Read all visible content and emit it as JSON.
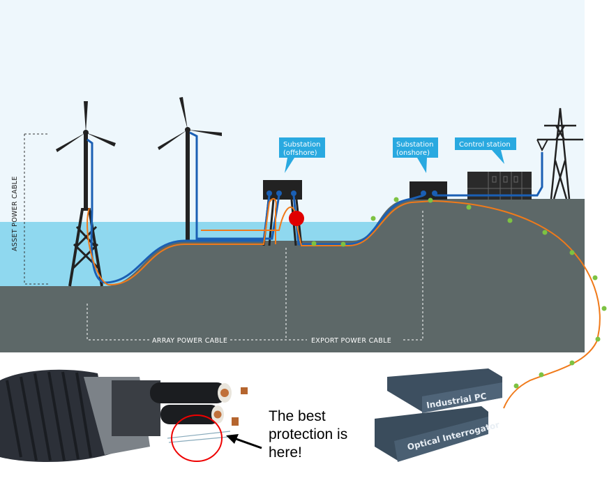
{
  "diagram": {
    "callouts": {
      "substation_offshore": [
        "Substation",
        "(offshore)"
      ],
      "substation_onshore": [
        "Substation",
        "(onshore)"
      ],
      "control_station": "Control station"
    },
    "cable_labels": {
      "asset": "ASSET POWER CABLE",
      "array": "ARRAY POWER CABLE",
      "export": "EXPORT POWER CABLE"
    },
    "devices": {
      "industrial_pc": "Industrial PC",
      "optical_interrogator": "Optical Interrogator"
    },
    "note": [
      "The best",
      "protection is",
      "here!"
    ],
    "colors": {
      "sky": "#eef7fc",
      "water": "#8fd8ef",
      "ground": "#5d6868",
      "power_cable": "#1a5fb4",
      "fiber": "#f07a1a",
      "sensor": "#7dc242",
      "fault": "#e00000",
      "callout": "#29a9e0"
    }
  }
}
